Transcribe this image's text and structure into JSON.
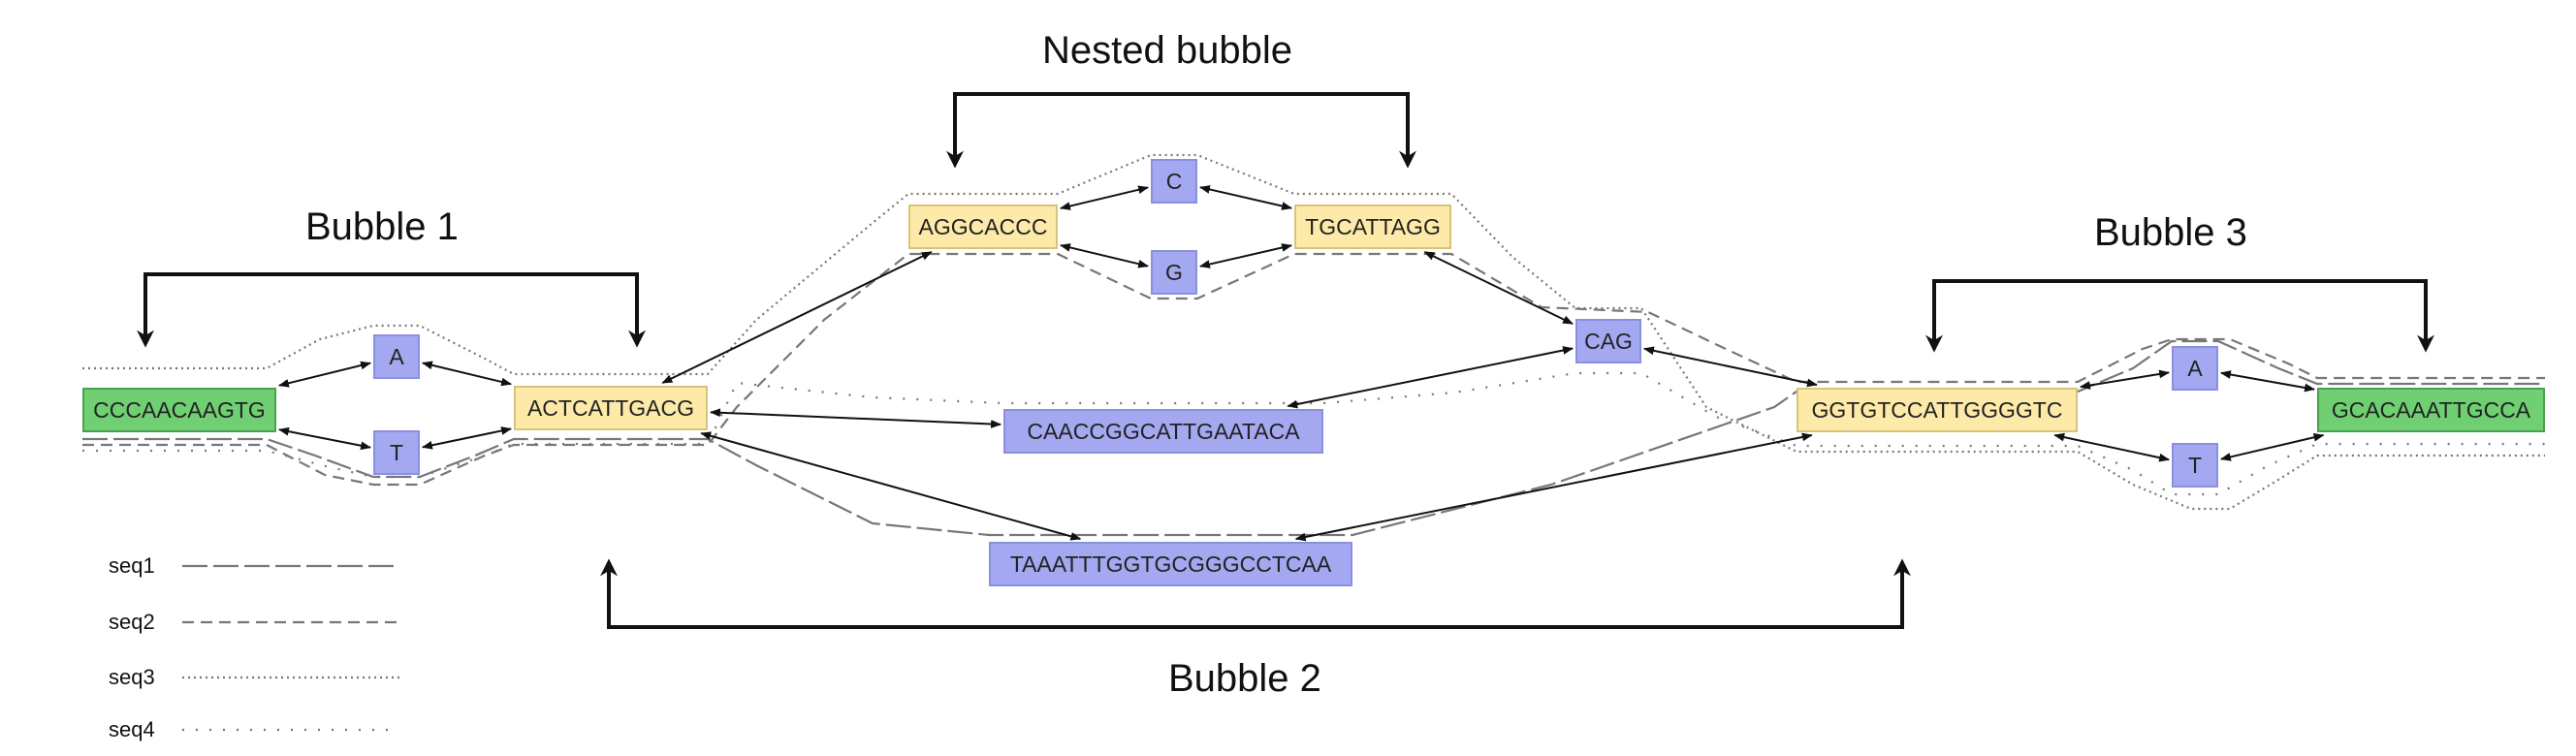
{
  "colors": {
    "endpoint_fill": "#6fcf72",
    "endpoint_stroke": "#4aa04d",
    "junction_fill": "#fdeaa8",
    "junction_stroke": "#d9c37a",
    "variant_fill": "#a3a8f0",
    "variant_stroke": "#8a8fe0",
    "edge": "#111111",
    "path": "#777777"
  },
  "nodes": {
    "start": {
      "label": "CCCAACAAGTG",
      "kind": "endpoint"
    },
    "a1": {
      "label": "A",
      "kind": "variant"
    },
    "t1": {
      "label": "T",
      "kind": "variant"
    },
    "j1": {
      "label": "ACTCATTGACG",
      "kind": "junction"
    },
    "aggcaccc": {
      "label": "AGGCACCC",
      "kind": "junction"
    },
    "c": {
      "label": "C",
      "kind": "variant"
    },
    "g": {
      "label": "G",
      "kind": "variant"
    },
    "tgcattagg": {
      "label": "TGCATTAGG",
      "kind": "junction"
    },
    "cag": {
      "label": "CAG",
      "kind": "variant"
    },
    "caacc": {
      "label": "CAACCGGCATTGAATACA",
      "kind": "variant"
    },
    "taaat": {
      "label": "TAAATTTGGTGCGGGCCTCAA",
      "kind": "variant"
    },
    "j2": {
      "label": "GGTGTCCATTGGGGTC",
      "kind": "junction"
    },
    "a3": {
      "label": "A",
      "kind": "variant"
    },
    "t3": {
      "label": "T",
      "kind": "variant"
    },
    "end": {
      "label": "GCACAAATTGCCA",
      "kind": "endpoint"
    }
  },
  "edges": [
    [
      "start",
      "a1"
    ],
    [
      "start",
      "t1"
    ],
    [
      "a1",
      "j1"
    ],
    [
      "t1",
      "j1"
    ],
    [
      "j1",
      "aggcaccc"
    ],
    [
      "j1",
      "caacc"
    ],
    [
      "j1",
      "taaat"
    ],
    [
      "aggcaccc",
      "c"
    ],
    [
      "aggcaccc",
      "g"
    ],
    [
      "c",
      "tgcattagg"
    ],
    [
      "g",
      "tgcattagg"
    ],
    [
      "tgcattagg",
      "cag"
    ],
    [
      "caacc",
      "cag"
    ],
    [
      "cag",
      "j2"
    ],
    [
      "taaat",
      "j2"
    ],
    [
      "j2",
      "a3"
    ],
    [
      "j2",
      "t3"
    ],
    [
      "a3",
      "end"
    ],
    [
      "t3",
      "end"
    ]
  ],
  "brackets": [
    {
      "label": "Bubble 1",
      "direction": "down"
    },
    {
      "label": "Nested bubble",
      "direction": "down"
    },
    {
      "label": "Bubble 3",
      "direction": "down"
    },
    {
      "label": "Bubble 2",
      "direction": "up"
    }
  ],
  "legend": [
    {
      "name": "seq1",
      "style": "long-dash"
    },
    {
      "name": "seq2",
      "style": "dash"
    },
    {
      "name": "seq3",
      "style": "dense-dot"
    },
    {
      "name": "seq4",
      "style": "sparse-dot"
    }
  ]
}
